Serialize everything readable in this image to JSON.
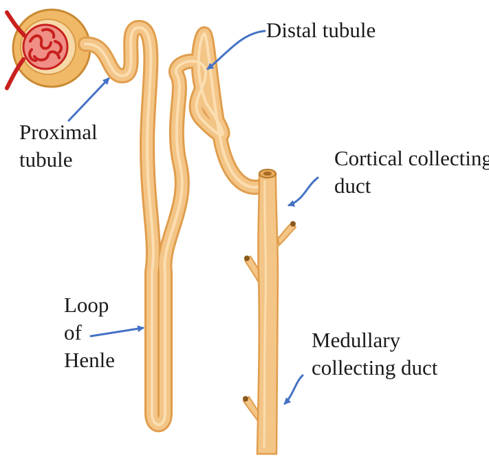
{
  "colors": {
    "tubule_fill": "#f3c587",
    "tubule_outline": "#e09d4c",
    "tubule_highlight": "#fbe2b8",
    "capsule_fill": "#f0b968",
    "capsule_outline": "#c98a33",
    "capsule_inner": "#f7d9a8",
    "glomerulus": "#c8201e",
    "glomerulus_light": "#ef8f86",
    "arrow": "#4472c4",
    "text": "#1a1a1a"
  },
  "labels": {
    "distal_tubule": "Distal tubule",
    "proximal_tubule": [
      "Proximal",
      "tubule"
    ],
    "cortical_collecting_duct": [
      "Cortical collecting",
      "duct"
    ],
    "loop_of_henle": [
      "Loop",
      "of",
      "Henle"
    ],
    "medullary_collecting_duct": [
      "Medullary",
      "collecting duct"
    ]
  }
}
